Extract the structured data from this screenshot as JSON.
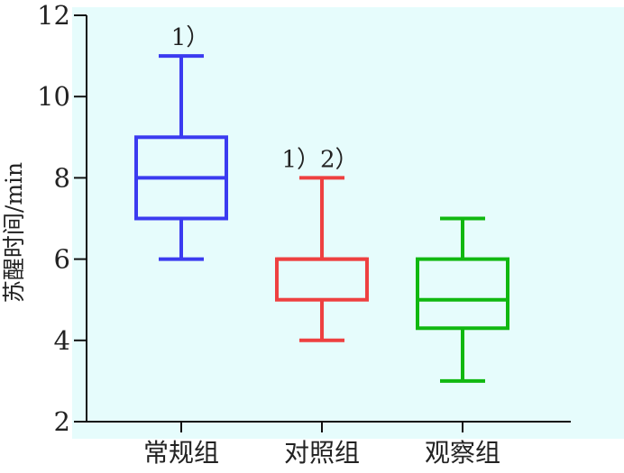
{
  "chart_data": {
    "type": "box",
    "title": "",
    "xlabel": "",
    "ylabel": "苏醒时间/min",
    "ylim": [
      2,
      12
    ],
    "yticks": [
      2,
      4,
      6,
      8,
      10,
      12
    ],
    "categories": [
      "常规组",
      "对照组",
      "观察组"
    ],
    "series": [
      {
        "name": "常规组",
        "min": 6,
        "q1": 7,
        "median": 8,
        "q3": 9,
        "max": 11,
        "color": "#3b3bf0",
        "annotation": "1）"
      },
      {
        "name": "对照组",
        "min": 4,
        "q1": 5,
        "median": 6,
        "q3": 6,
        "max": 8,
        "color": "#ee4040",
        "annotation": "1）2）"
      },
      {
        "name": "观察组",
        "min": 3,
        "q1": 4.3,
        "median": 5,
        "q3": 6,
        "max": 7,
        "color": "#10b810",
        "annotation": ""
      }
    ],
    "background": "#e6fcfc",
    "grid": false
  }
}
